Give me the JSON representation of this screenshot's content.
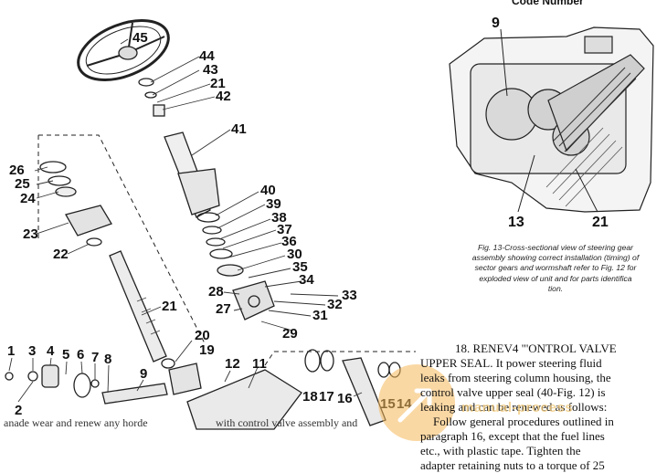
{
  "header": {
    "code_number": "Code Number"
  },
  "figure13": {
    "callouts": {
      "c9": "9",
      "c13": "13",
      "c21": "21"
    },
    "caption_line1": "Fig. 13-Cross-sectional view of steering gear",
    "caption_line2": "assembly showing correct installation (timing) of",
    "caption_line3": "sector gears and wormshaft refer to Fig. 12 for",
    "caption_line4": "exploded view of unit and for parts identifica",
    "caption_line5": "tion."
  },
  "figure12": {
    "callouts": {
      "c1": "1",
      "c2": "2",
      "c3": "3",
      "c4": "4",
      "c5": "5",
      "c6": "6",
      "c7": "7",
      "c8": "8",
      "c9": "9",
      "c11": "11",
      "c12": "12",
      "c14": "14",
      "c15": "15",
      "c16": "16",
      "c17": "17",
      "c18": "18",
      "c19": "19",
      "c20": "20",
      "c21": "21",
      "c22": "22",
      "c23": "23",
      "c24": "24",
      "c25": "25",
      "c26": "26",
      "c27": "27",
      "c28": "28",
      "c29": "29",
      "c30": "30",
      "c31": "31",
      "c32": "32",
      "c33": "33",
      "c34": "34",
      "c35": "35",
      "c36": "36",
      "c37": "37",
      "c38": "38",
      "c39": "39",
      "c40": "40",
      "c41": "41",
      "c42": "42",
      "c21b": "21",
      "c43": "43",
      "c44": "44",
      "c45": "45"
    }
  },
  "section18": {
    "line1": "18.  RENEV4  \"'ONTROL  VALVE",
    "line2": "UPPER SEAL. It power steering fluid",
    "line3": "leaks from steering column housing, the",
    "line4": "control valve upper seal (40-Fig. 12) is",
    "line5": "leaking and can be renewed as follows:",
    "line6": "Follow general procedures outlined in",
    "line7": "paragraph 16, except that the fuel lines",
    "line8": "etc., with plastic tape. Tighten the",
    "line9": "adapter retaining nuts to a torque of 25"
  },
  "bottom": {
    "left_fragment": "anade wear and renew any horde",
    "mid_fragment": "with control valve assembly and"
  },
  "watermark": {
    "text": "manual-process",
    "icon": "arrow-logo-icon",
    "color": "#f5b85a"
  }
}
